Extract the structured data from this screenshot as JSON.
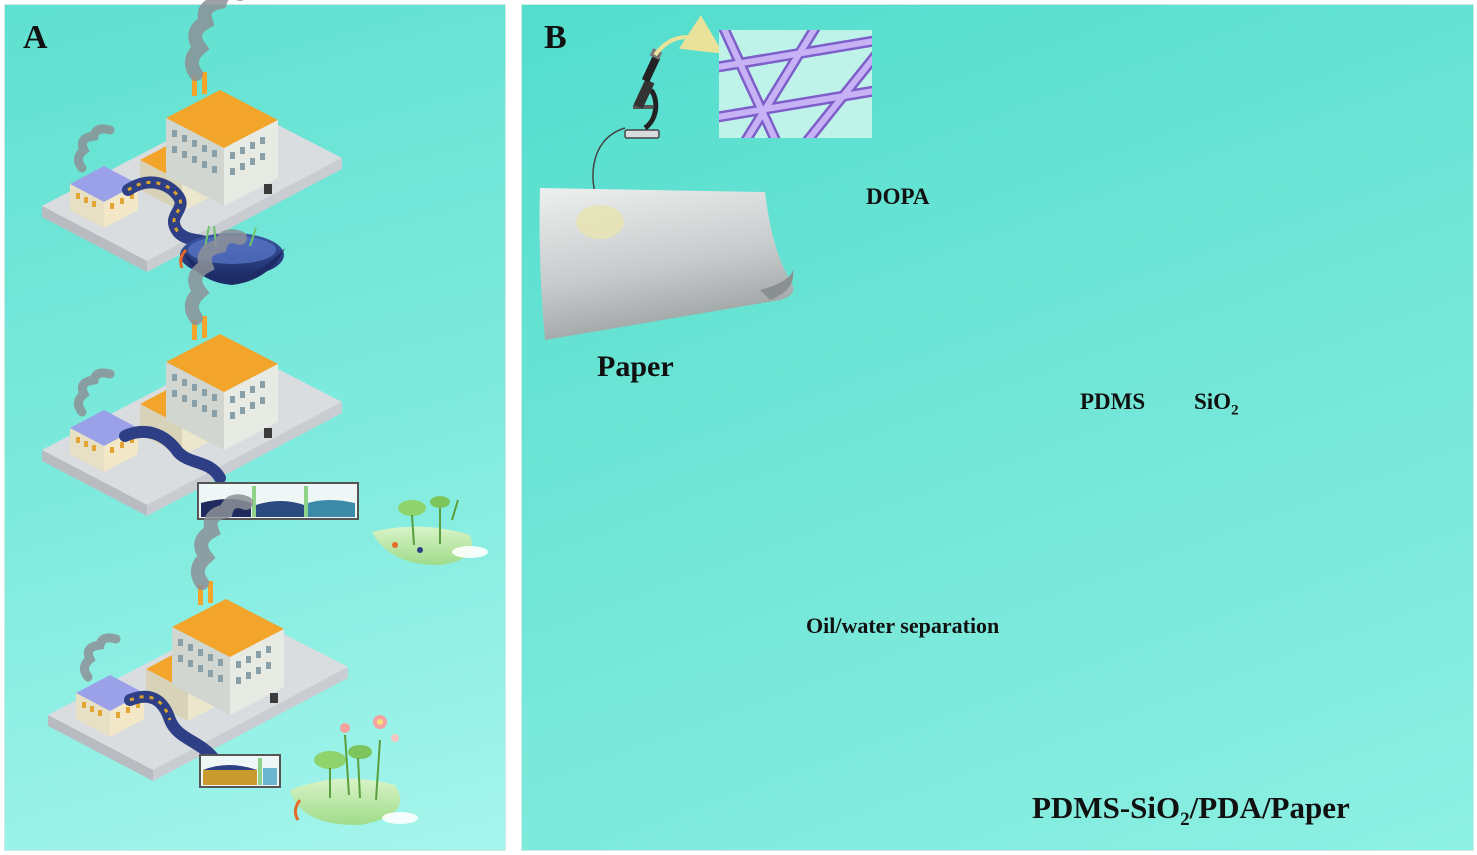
{
  "panels": {
    "a": {
      "label": "A"
    },
    "b": {
      "label": "B"
    }
  },
  "labels": {
    "paper": "Paper",
    "dopa": "DOPA",
    "pdms": "PDMS",
    "sio2_base": "SiO",
    "sio2_sub": "2",
    "oil_water": "Oil/water separation",
    "final_part1": "PDMS-SiO",
    "final_sub": "2",
    "final_part2": "/PDA/Paper"
  },
  "colors": {
    "panel_a_bg": "#80ebde",
    "panel_b_bg": "#72e6d7",
    "arrow": "#e9e29b",
    "fiber": "#a98fe6",
    "roof": "#f2a52a",
    "pollution": "#2e3f86",
    "paper_gray": "#c8cccc",
    "pda_olive": "#8f8a55",
    "final_green": "#3f8a67",
    "oil": "#f3b14a",
    "water": "#3a9ec4"
  },
  "icons": [
    "factory-icon",
    "microscope-icon",
    "magnifier-arrow-icon",
    "molecule-icon",
    "graduated-cylinder-icon",
    "erlenmeyer-flask-icon",
    "plant-icon",
    "flower-icon",
    "filter-tank-icon"
  ]
}
